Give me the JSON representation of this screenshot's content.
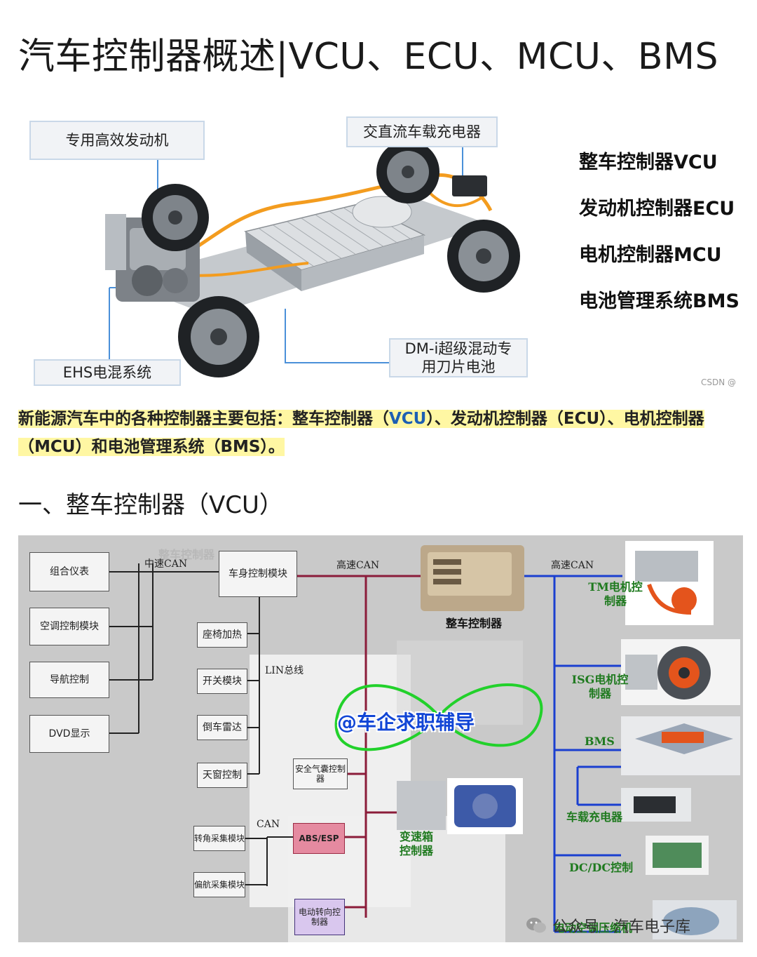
{
  "article": {
    "title": "汽车控制器概述|VCU、ECU、MCU、BMS"
  },
  "figure1": {
    "callouts": {
      "engine": "专用高效发动机",
      "charger": "交直流车载充电器",
      "battery_line1": "DM-i超级混动专",
      "battery_line2": "用刀片电池",
      "ehs": "EHS电混系统"
    },
    "controllers": [
      "整车控制器VCU",
      "发动机控制器ECU",
      "电机控制器MCU",
      "电池管理系统BMS"
    ],
    "source_mark": "CSDN @"
  },
  "intro": {
    "part1": "新能源汽车中的各种控制器主要包括：整车控制器（",
    "vcu": "VCU",
    "part2": "）、发动机控制器（ECU）、电机控制器（MCU）和电池管理系统（BMS）。"
  },
  "section1": {
    "heading": "一、整车控制器（VCU）"
  },
  "figure2": {
    "left_boxes": [
      "组合仪表",
      "空调控制模块",
      "导航控制",
      "DVD显示"
    ],
    "body_module": "车身控制模块",
    "lin_boxes": [
      "座椅加热",
      "开关模块",
      "倒车雷达",
      "天窗控制"
    ],
    "airbag": "安全气囊控制器",
    "sensors": [
      "转角采集模块",
      "偏航采集模块"
    ],
    "abs": "ABS/ESP",
    "eps": "电动转向控制器",
    "labels": {
      "mid_can": "中速CAN",
      "high_can_1": "高速CAN",
      "high_can_2": "高速CAN",
      "lin": "LIN总线",
      "can": "CAN",
      "vcu": "整车控制器",
      "tcu": "变速箱控制器"
    },
    "right_items": {
      "tm": "TM电机控制器",
      "isg": "ISG电机控制器",
      "bms": "BMS",
      "obc": "车载充电器",
      "dcdc": "DC/DC控制",
      "ac": "电动空调压缩机"
    },
    "watermark": "@车企求职辅导",
    "footer": "公众号 · 汽车电子库"
  },
  "colors": {
    "highlight": "#fff7a3",
    "accent_blue": "#1d5fb3",
    "can_high": "#8b1c3a",
    "can_blue": "#1a3fd0",
    "label_green": "#1f7a1f"
  }
}
